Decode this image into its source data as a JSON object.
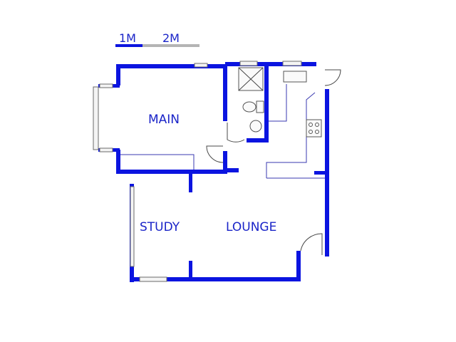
{
  "scale_bar": {
    "labels": [
      "1M",
      "2M"
    ]
  },
  "rooms": {
    "main": "MAIN",
    "study": "STUDY",
    "lounge": "LOUNGE"
  },
  "colors": {
    "wall": "#0b14e0",
    "label": "#1a24c8",
    "scale_grey": "#b4b4b4"
  }
}
